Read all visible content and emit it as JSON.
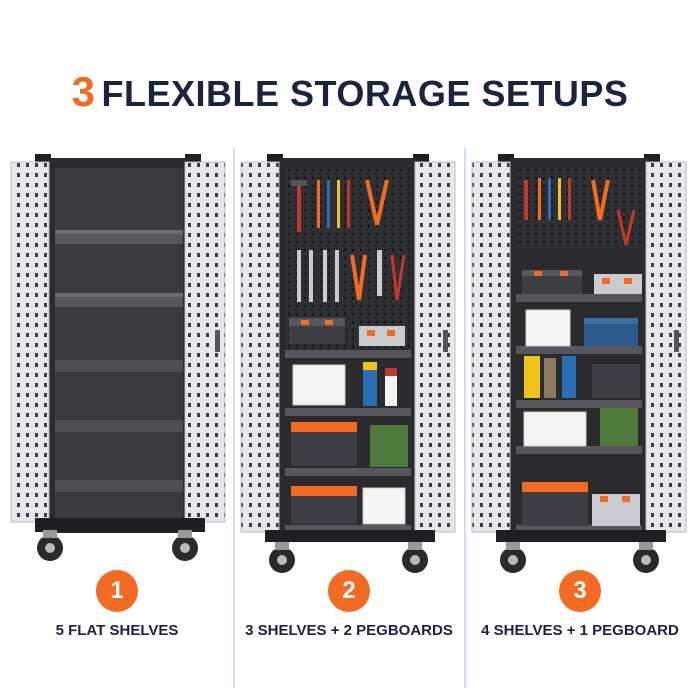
{
  "header": {
    "number": "3",
    "title": "FLEXIBLE STORAGE SETUPS"
  },
  "colors": {
    "accent": "#f26b21",
    "navy": "#1a2340",
    "cabinet": "#2b2b2d",
    "door": "#e4e6ea",
    "divider": "#cfe0f5"
  },
  "setups": [
    {
      "number": "1",
      "caption": "5 FLAT SHELVES",
      "icons": [
        "cabinet-icon",
        "shelf-icon"
      ]
    },
    {
      "number": "2",
      "caption": "3 SHELVES + 2 PEGBOARDS",
      "icons": [
        "cabinet-icon",
        "pegboard-icon",
        "toolbox-icon",
        "bucket-icon",
        "jerrycan-icon"
      ]
    },
    {
      "number": "3",
      "caption": "4 SHELVES + 1 PEGBOARD",
      "icons": [
        "cabinet-icon",
        "pegboard-icon",
        "toolbox-icon",
        "bucket-icon",
        "spray-bottle-icon"
      ]
    }
  ]
}
